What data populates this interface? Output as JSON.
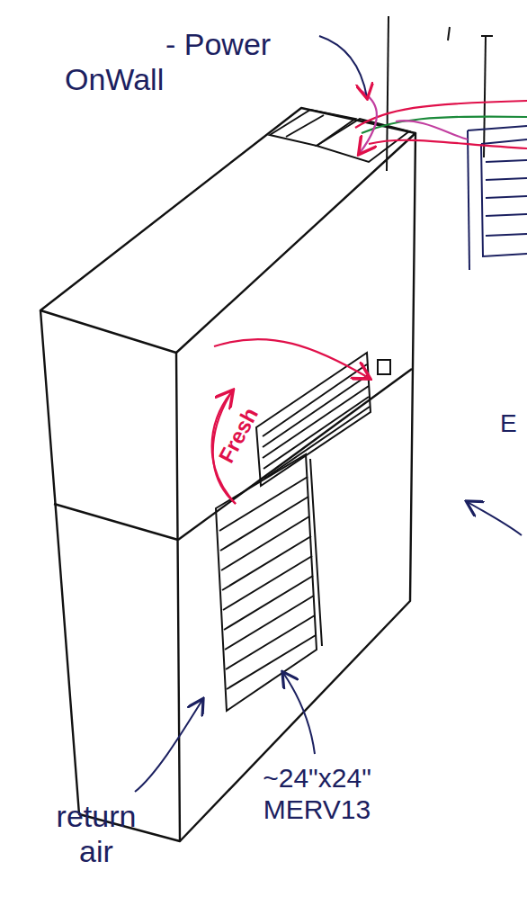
{
  "diagram": {
    "labels": [
      "- Power OnWall",
      "Fresh",
      "~24\"x24\" MERV13",
      "return air",
      "E"
    ]
  }
}
